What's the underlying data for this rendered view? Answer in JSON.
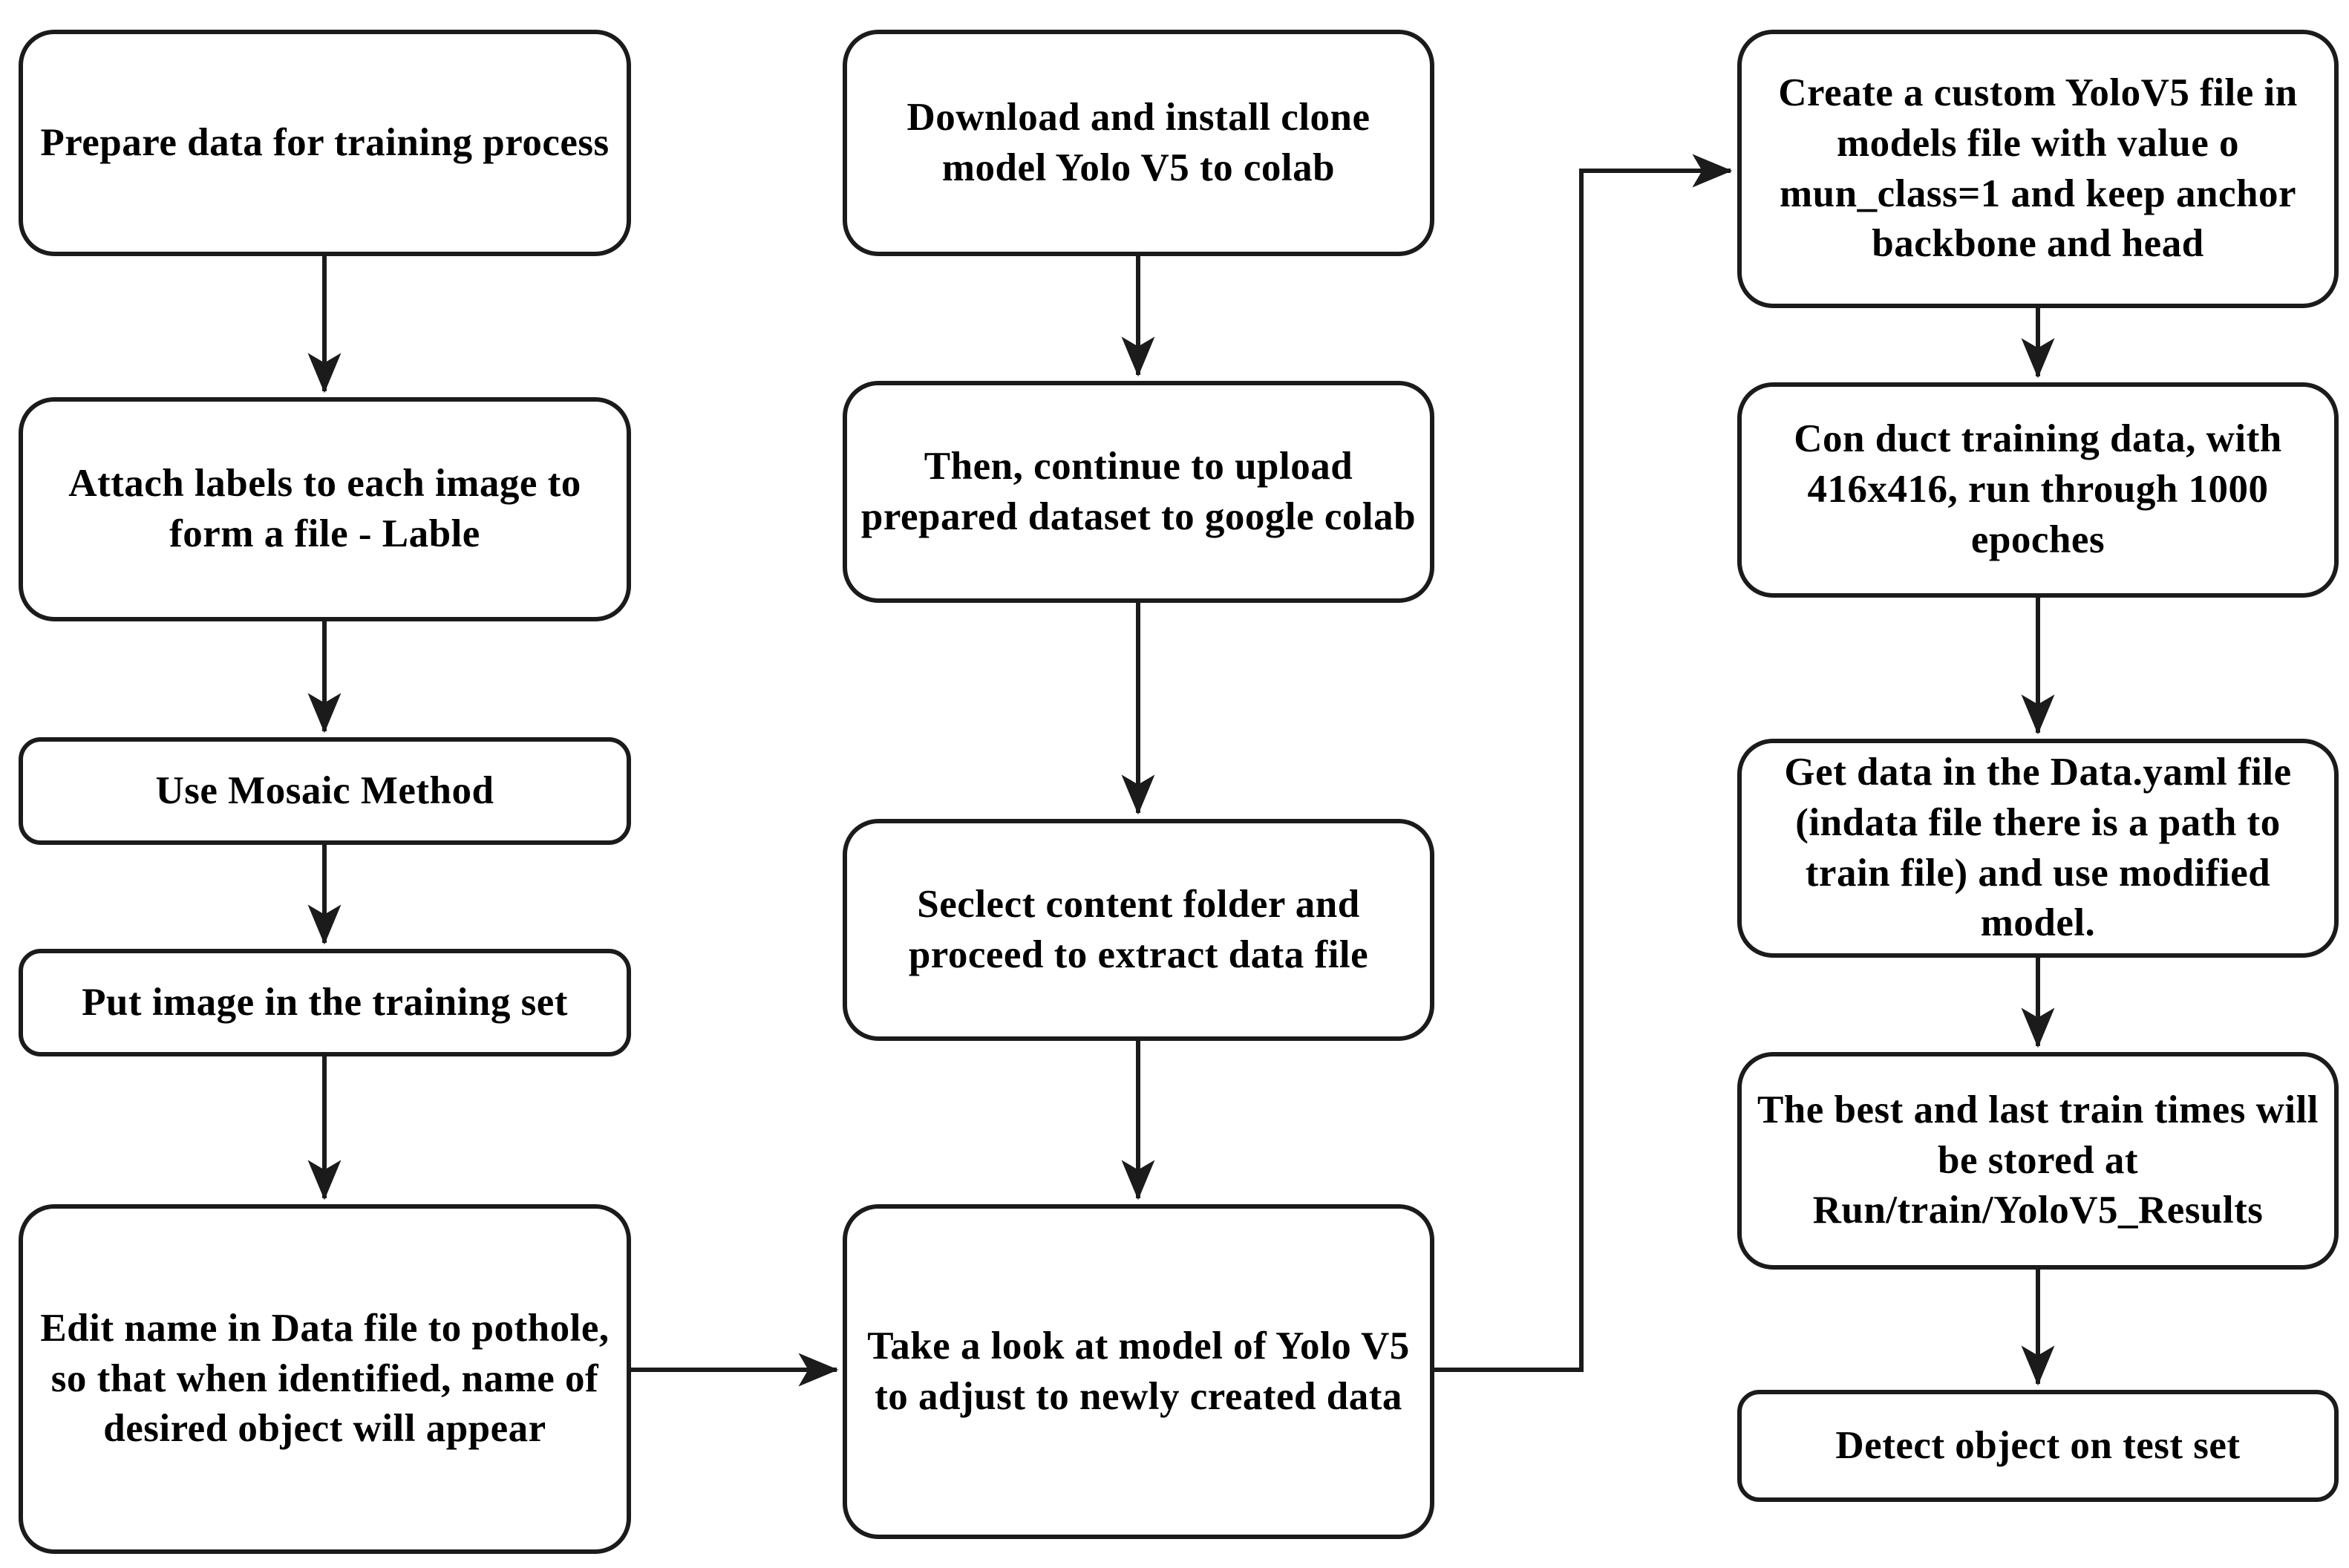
{
  "diagram": {
    "background_color": "#ffffff",
    "line_color": "#1b1b1b",
    "text_color": "#000000",
    "nodes": {
      "l1": "Prepare data for training process",
      "l2": "Attach labels to each image to form a file - Lable",
      "l3": "Use Mosaic Method",
      "l4": "Put image in the training set",
      "l5": "Edit name in Data file to pothole, so that when identified, name of desired object will appear",
      "m1": "Download and install clone model Yolo V5 to colab",
      "m2": "Then, continue to upload prepared dataset to google colab",
      "m3": "Seclect content folder and proceed to extract data file",
      "m4": "Take a look at model of Yolo V5 to adjust to newly created data",
      "r1": "Create a custom YoloV5 file in models file with value o mun_class=1 and keep anchor backbone and head",
      "r2": "Con duct training data, with 416x416, run through 1000 epoches",
      "r3": "Get data in the Data.yaml file (indata file there is a path to train file) and use modified model.",
      "r4": "The best and last train times will be stored at Run/train/YoloV5_Results",
      "r5": "Detect object on test set"
    },
    "edges": [
      {
        "from": "l1",
        "to": "l2"
      },
      {
        "from": "l2",
        "to": "l3"
      },
      {
        "from": "l3",
        "to": "l4"
      },
      {
        "from": "l4",
        "to": "l5"
      },
      {
        "from": "l5",
        "to": "m4"
      },
      {
        "from": "m1",
        "to": "m2"
      },
      {
        "from": "m2",
        "to": "m3"
      },
      {
        "from": "m3",
        "to": "m4"
      },
      {
        "from": "m4",
        "to": "r1"
      },
      {
        "from": "r1",
        "to": "r2"
      },
      {
        "from": "r2",
        "to": "r3"
      },
      {
        "from": "r3",
        "to": "r4"
      },
      {
        "from": "r4",
        "to": "r5"
      }
    ]
  }
}
